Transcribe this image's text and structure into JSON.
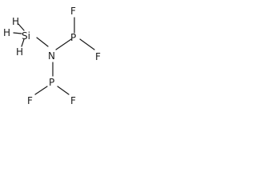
{
  "molecule": {
    "atoms": {
      "h1": "H",
      "h2": "H",
      "h3": "H",
      "si": "Si",
      "n": "N",
      "p_top": "P",
      "p_bottom": "P",
      "f_top_left": "F",
      "f_top_right": "F",
      "f_bottom_left": "F",
      "f_bottom_right": "F"
    },
    "colors": {
      "bond": "#1a1a1a",
      "label": "#1a1a1a",
      "background": "#ffffff"
    }
  }
}
